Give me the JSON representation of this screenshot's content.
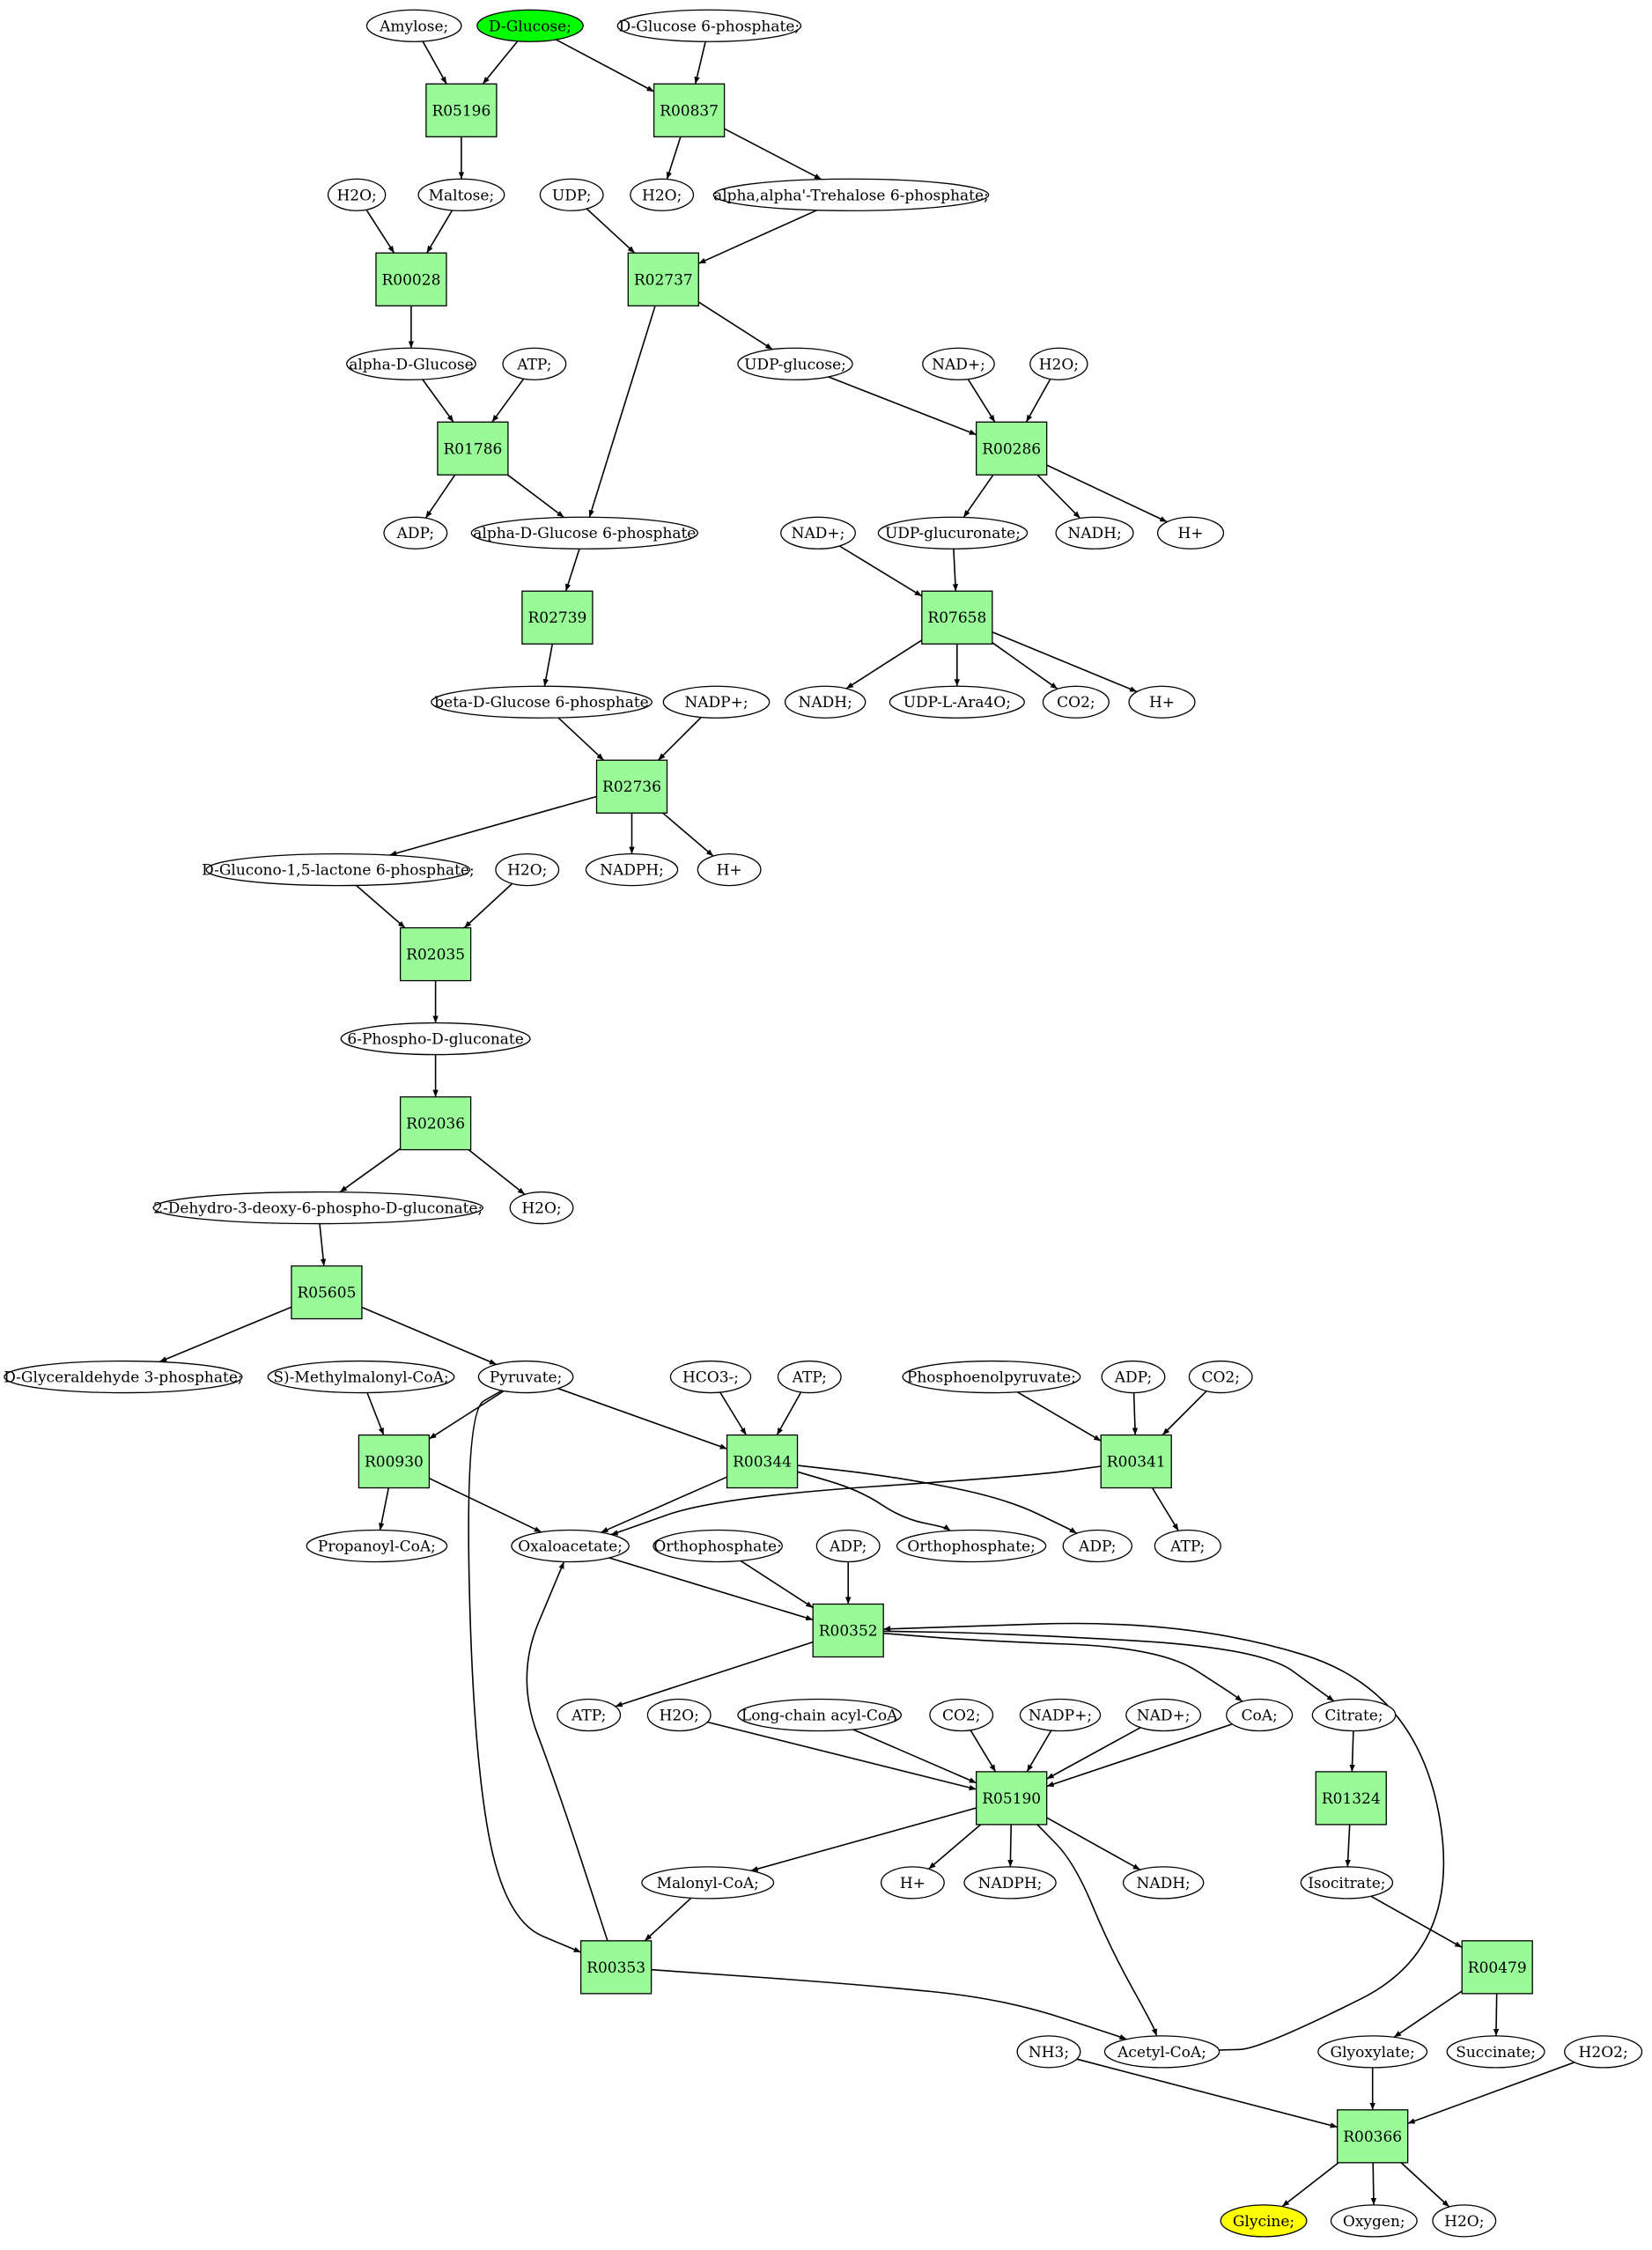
{
  "colors": {
    "reaction_fill": "#98fb98",
    "compound_fill": "#ffffff",
    "start_fill": "#00ff00",
    "target_fill": "#ffff00",
    "line": "#000000"
  },
  "nodes": [
    {
      "id": "amylose",
      "kind": "compound",
      "label": "Amylose;"
    },
    {
      "id": "dglucose",
      "kind": "compound",
      "label": "D-Glucose;",
      "highlight": "start"
    },
    {
      "id": "dg6p",
      "kind": "compound",
      "label": "D-Glucose 6-phosphate;"
    },
    {
      "id": "R05196",
      "kind": "reaction",
      "label": "R05196"
    },
    {
      "id": "R00837",
      "kind": "reaction",
      "label": "R00837"
    },
    {
      "id": "h2o_1",
      "kind": "compound",
      "label": "H2O;"
    },
    {
      "id": "maltose",
      "kind": "compound",
      "label": "Maltose;"
    },
    {
      "id": "udp",
      "kind": "compound",
      "label": "UDP;"
    },
    {
      "id": "h2o_2",
      "kind": "compound",
      "label": "H2O;"
    },
    {
      "id": "trehalose6p",
      "kind": "compound",
      "label": "alpha,alpha'-Trehalose 6-phosphate;"
    },
    {
      "id": "R00028",
      "kind": "reaction",
      "label": "R00028"
    },
    {
      "id": "R02737",
      "kind": "reaction",
      "label": "R02737"
    },
    {
      "id": "alphadglucose",
      "kind": "compound",
      "label": "alpha-D-Glucose"
    },
    {
      "id": "atp_1",
      "kind": "compound",
      "label": "ATP;"
    },
    {
      "id": "udpglucose",
      "kind": "compound",
      "label": "UDP-glucose;"
    },
    {
      "id": "nad_1",
      "kind": "compound",
      "label": "NAD+;"
    },
    {
      "id": "h2o_3",
      "kind": "compound",
      "label": "H2O;"
    },
    {
      "id": "R01786",
      "kind": "reaction",
      "label": "R01786"
    },
    {
      "id": "R00286",
      "kind": "reaction",
      "label": "R00286"
    },
    {
      "id": "adp_1",
      "kind": "compound",
      "label": "ADP;"
    },
    {
      "id": "alphadg6p",
      "kind": "compound",
      "label": "alpha-D-Glucose 6-phosphate"
    },
    {
      "id": "nad_2",
      "kind": "compound",
      "label": "NAD+;"
    },
    {
      "id": "udpglucuronate",
      "kind": "compound",
      "label": "UDP-glucuronate;"
    },
    {
      "id": "nadh_1",
      "kind": "compound",
      "label": "NADH;"
    },
    {
      "id": "hplus_1",
      "kind": "compound",
      "label": "H+"
    },
    {
      "id": "R02739",
      "kind": "reaction",
      "label": "R02739"
    },
    {
      "id": "R07658",
      "kind": "reaction",
      "label": "R07658"
    },
    {
      "id": "betadg6p",
      "kind": "compound",
      "label": "beta-D-Glucose 6-phosphate"
    },
    {
      "id": "nadp_1",
      "kind": "compound",
      "label": "NADP+;"
    },
    {
      "id": "nadh_2",
      "kind": "compound",
      "label": "NADH;"
    },
    {
      "id": "udplara4o",
      "kind": "compound",
      "label": "UDP-L-Ara4O;"
    },
    {
      "id": "co2_1",
      "kind": "compound",
      "label": "CO2;"
    },
    {
      "id": "hplus_2",
      "kind": "compound",
      "label": "H+"
    },
    {
      "id": "R02736",
      "kind": "reaction",
      "label": "R02736"
    },
    {
      "id": "dglucono",
      "kind": "compound",
      "label": "D-Glucono-1,5-lactone 6-phosphate;"
    },
    {
      "id": "h2o_4",
      "kind": "compound",
      "label": "H2O;"
    },
    {
      "id": "nadph_1",
      "kind": "compound",
      "label": "NADPH;"
    },
    {
      "id": "hplus_3",
      "kind": "compound",
      "label": "H+"
    },
    {
      "id": "R02035",
      "kind": "reaction",
      "label": "R02035"
    },
    {
      "id": "phosphogluconate",
      "kind": "compound",
      "label": "6-Phospho-D-gluconate"
    },
    {
      "id": "R02036",
      "kind": "reaction",
      "label": "R02036"
    },
    {
      "id": "kdpg",
      "kind": "compound",
      "label": "2-Dehydro-3-deoxy-6-phospho-D-gluconate;"
    },
    {
      "id": "h2o_5",
      "kind": "compound",
      "label": "H2O;"
    },
    {
      "id": "R05605",
      "kind": "reaction",
      "label": "R05605"
    },
    {
      "id": "gap",
      "kind": "compound",
      "label": "D-Glyceraldehyde 3-phosphate;"
    },
    {
      "id": "methylmalonyl",
      "kind": "compound",
      "label": "S)-Methylmalonyl-CoA;"
    },
    {
      "id": "pyruvate",
      "kind": "compound",
      "label": "Pyruvate;"
    },
    {
      "id": "hco3",
      "kind": "compound",
      "label": "HCO3-;"
    },
    {
      "id": "atp_2",
      "kind": "compound",
      "label": "ATP;"
    },
    {
      "id": "pep",
      "kind": "compound",
      "label": "Phosphoenolpyruvate;"
    },
    {
      "id": "adp_2",
      "kind": "compound",
      "label": "ADP;"
    },
    {
      "id": "co2_2",
      "kind": "compound",
      "label": "CO2;"
    },
    {
      "id": "R00930",
      "kind": "reaction",
      "label": "R00930"
    },
    {
      "id": "R00344",
      "kind": "reaction",
      "label": "R00344"
    },
    {
      "id": "R00341",
      "kind": "reaction",
      "label": "R00341"
    },
    {
      "id": "propanoyl",
      "kind": "compound",
      "label": "Propanoyl-CoA;"
    },
    {
      "id": "oxaloacetate",
      "kind": "compound",
      "label": "Oxaloacetate;"
    },
    {
      "id": "ortho_1",
      "kind": "compound",
      "label": "Orthophosphate;"
    },
    {
      "id": "adp_3",
      "kind": "compound",
      "label": "ADP;"
    },
    {
      "id": "ortho_2",
      "kind": "compound",
      "label": "Orthophosphate;"
    },
    {
      "id": "adp_4",
      "kind": "compound",
      "label": "ADP;"
    },
    {
      "id": "atp_3",
      "kind": "compound",
      "label": "ATP;"
    },
    {
      "id": "R00352",
      "kind": "reaction",
      "label": "R00352"
    },
    {
      "id": "atp_4",
      "kind": "compound",
      "label": "ATP;"
    },
    {
      "id": "h2o_6",
      "kind": "compound",
      "label": "H2O;"
    },
    {
      "id": "lcacyl",
      "kind": "compound",
      "label": "Long-chain acyl-CoA"
    },
    {
      "id": "co2_3",
      "kind": "compound",
      "label": "CO2;"
    },
    {
      "id": "nadp_2",
      "kind": "compound",
      "label": "NADP+;"
    },
    {
      "id": "nad_3",
      "kind": "compound",
      "label": "NAD+;"
    },
    {
      "id": "coa",
      "kind": "compound",
      "label": "CoA;"
    },
    {
      "id": "citrate",
      "kind": "compound",
      "label": "Citrate;"
    },
    {
      "id": "R05190",
      "kind": "reaction",
      "label": "R05190"
    },
    {
      "id": "R01324",
      "kind": "reaction",
      "label": "R01324"
    },
    {
      "id": "malonyl",
      "kind": "compound",
      "label": "Malonyl-CoA;"
    },
    {
      "id": "hplus_4",
      "kind": "compound",
      "label": "H+"
    },
    {
      "id": "nadph_2",
      "kind": "compound",
      "label": "NADPH;"
    },
    {
      "id": "nadh_3",
      "kind": "compound",
      "label": "NADH;"
    },
    {
      "id": "isocitrate",
      "kind": "compound",
      "label": "Isocitrate;"
    },
    {
      "id": "R00353",
      "kind": "reaction",
      "label": "R00353"
    },
    {
      "id": "R00479",
      "kind": "reaction",
      "label": "R00479"
    },
    {
      "id": "nh3",
      "kind": "compound",
      "label": "NH3;"
    },
    {
      "id": "acetylcoa",
      "kind": "compound",
      "label": "Acetyl-CoA;"
    },
    {
      "id": "glyoxylate",
      "kind": "compound",
      "label": "Glyoxylate;"
    },
    {
      "id": "succinate",
      "kind": "compound",
      "label": "Succinate;"
    },
    {
      "id": "h2o2",
      "kind": "compound",
      "label": "H2O2;"
    },
    {
      "id": "R00366",
      "kind": "reaction",
      "label": "R00366"
    },
    {
      "id": "glycine",
      "kind": "compound",
      "label": "Glycine;",
      "highlight": "target"
    },
    {
      "id": "oxygen",
      "kind": "compound",
      "label": "Oxygen;"
    },
    {
      "id": "h2o_7",
      "kind": "compound",
      "label": "H2O;"
    }
  ],
  "edges": [
    [
      "amylose",
      "R05196"
    ],
    [
      "dglucose",
      "R05196"
    ],
    [
      "R05196",
      "maltose"
    ],
    [
      "dglucose",
      "R00837"
    ],
    [
      "dg6p",
      "R00837"
    ],
    [
      "R00837",
      "h2o_2"
    ],
    [
      "R00837",
      "trehalose6p"
    ],
    [
      "h2o_1",
      "R00028"
    ],
    [
      "maltose",
      "R00028"
    ],
    [
      "R00028",
      "alphadglucose"
    ],
    [
      "udp",
      "R02737"
    ],
    [
      "trehalose6p",
      "R02737"
    ],
    [
      "R02737",
      "udpglucose"
    ],
    [
      "R02737",
      "alphadg6p"
    ],
    [
      "alphadglucose",
      "R01786"
    ],
    [
      "atp_1",
      "R01786"
    ],
    [
      "R01786",
      "adp_1"
    ],
    [
      "R01786",
      "alphadg6p"
    ],
    [
      "udpglucose",
      "R00286"
    ],
    [
      "nad_1",
      "R00286"
    ],
    [
      "h2o_3",
      "R00286"
    ],
    [
      "R00286",
      "udpglucuronate"
    ],
    [
      "R00286",
      "nadh_1"
    ],
    [
      "R00286",
      "hplus_1"
    ],
    [
      "nad_2",
      "R07658"
    ],
    [
      "udpglucuronate",
      "R07658"
    ],
    [
      "R07658",
      "nadh_2"
    ],
    [
      "R07658",
      "udplara4o"
    ],
    [
      "R07658",
      "co2_1"
    ],
    [
      "R07658",
      "hplus_2"
    ],
    [
      "alphadg6p",
      "R02739"
    ],
    [
      "R02739",
      "betadg6p"
    ],
    [
      "betadg6p",
      "R02736"
    ],
    [
      "nadp_1",
      "R02736"
    ],
    [
      "R02736",
      "dglucono"
    ],
    [
      "R02736",
      "nadph_1"
    ],
    [
      "R02736",
      "hplus_3"
    ],
    [
      "dglucono",
      "R02035"
    ],
    [
      "h2o_4",
      "R02035"
    ],
    [
      "R02035",
      "phosphogluconate"
    ],
    [
      "phosphogluconate",
      "R02036"
    ],
    [
      "R02036",
      "kdpg"
    ],
    [
      "R02036",
      "h2o_5"
    ],
    [
      "kdpg",
      "R05605"
    ],
    [
      "R05605",
      "gap"
    ],
    [
      "R05605",
      "pyruvate"
    ],
    [
      "methylmalonyl",
      "R00930"
    ],
    [
      "pyruvate",
      "R00930"
    ],
    [
      "R00930",
      "propanoyl"
    ],
    [
      "R00930",
      "oxaloacetate"
    ],
    [
      "pyruvate",
      "R00344"
    ],
    [
      "hco3",
      "R00344"
    ],
    [
      "atp_2",
      "R00344"
    ],
    [
      "R00344",
      "oxaloacetate"
    ],
    [
      "R00344",
      "ortho_2"
    ],
    [
      "R00344",
      "adp_4"
    ],
    [
      "pep",
      "R00341"
    ],
    [
      "adp_2",
      "R00341"
    ],
    [
      "co2_2",
      "R00341"
    ],
    [
      "R00341",
      "oxaloacetate"
    ],
    [
      "R00341",
      "atp_3"
    ],
    [
      "oxaloacetate",
      "R00352"
    ],
    [
      "ortho_1",
      "R00352"
    ],
    [
      "adp_3",
      "R00352"
    ],
    [
      "R00352",
      "atp_4"
    ],
    [
      "R00352",
      "coa"
    ],
    [
      "R00352",
      "citrate"
    ],
    [
      "acetylcoa",
      "R00352"
    ],
    [
      "h2o_6",
      "R05190"
    ],
    [
      "lcacyl",
      "R05190"
    ],
    [
      "co2_3",
      "R05190"
    ],
    [
      "nadp_2",
      "R05190"
    ],
    [
      "nad_3",
      "R05190"
    ],
    [
      "coa",
      "R05190"
    ],
    [
      "R05190",
      "malonyl"
    ],
    [
      "R05190",
      "hplus_4"
    ],
    [
      "R05190",
      "nadph_2"
    ],
    [
      "R05190",
      "nadh_3"
    ],
    [
      "R05190",
      "acetylcoa"
    ],
    [
      "citrate",
      "R01324"
    ],
    [
      "R01324",
      "isocitrate"
    ],
    [
      "malonyl",
      "R00353"
    ],
    [
      "pyruvate",
      "R00353"
    ],
    [
      "R00353",
      "oxaloacetate"
    ],
    [
      "R00353",
      "acetylcoa"
    ],
    [
      "isocitrate",
      "R00479"
    ],
    [
      "R00479",
      "glyoxylate"
    ],
    [
      "R00479",
      "succinate"
    ],
    [
      "nh3",
      "R00366"
    ],
    [
      "glyoxylate",
      "R00366"
    ],
    [
      "h2o2",
      "R00366"
    ],
    [
      "R00366",
      "glycine"
    ],
    [
      "R00366",
      "oxygen"
    ],
    [
      "R00366",
      "h2o_7"
    ]
  ]
}
